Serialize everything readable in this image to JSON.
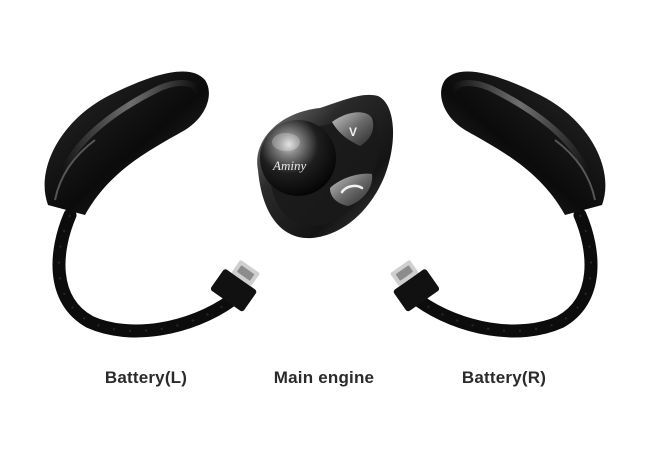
{
  "captions": {
    "battery_left": "Battery(L)",
    "main_engine": "Main engine",
    "battery_right": "Battery(R)"
  },
  "engine": {
    "brand_text": "Aminy",
    "button_v_label": "V"
  },
  "colors": {
    "background": "#ffffff",
    "body_black": "#111111",
    "caption_text": "#2a2a2a"
  }
}
